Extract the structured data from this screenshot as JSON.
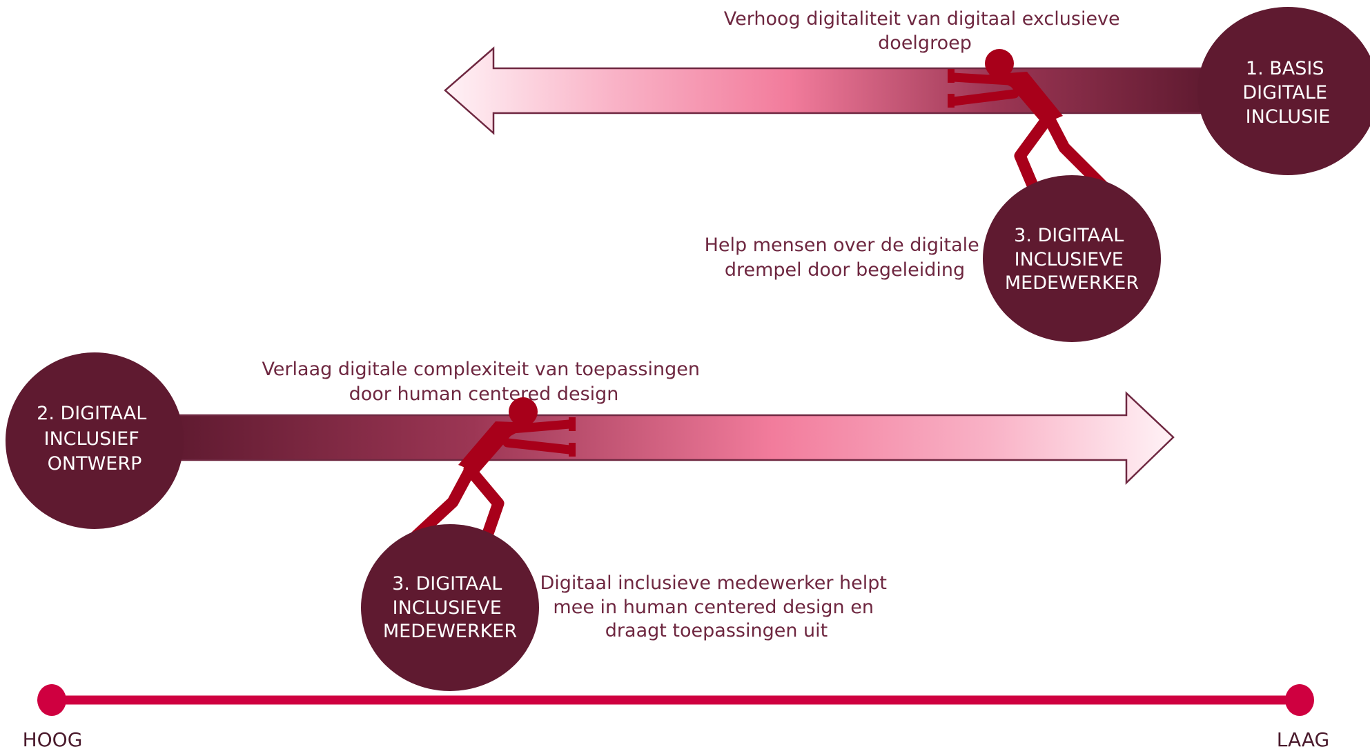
{
  "colors": {
    "dark": "#5f1a30",
    "figure": "#a8001a",
    "axis": "#cf0040",
    "caption": "#6e2740",
    "gradient_light": "#fde4ec",
    "gradient_mid": "#f48aa6"
  },
  "top_arrow": {
    "caption_line1": "Verhoog digitaliteit van digitaal exclusieve",
    "caption_line2": "doelgroep",
    "circle_label": [
      "1. BASIS",
      "DIGITALE",
      "INCLUSIE"
    ],
    "figure_icon": "pushing-person-icon"
  },
  "top_helper": {
    "circle_label": [
      "3. DIGITAAL",
      "INCLUSIEVE",
      "MEDEWERKER"
    ],
    "caption_line1": "Help mensen over de digitale",
    "caption_line2": "drempel door begeleiding"
  },
  "bottom_arrow": {
    "caption_line1": "Verlaag digitale complexiteit van toepassingen",
    "caption_line2": "door human  centered design",
    "circle_label": [
      "2. DIGITAAL",
      "INCLUSIEF",
      "ONTWERP"
    ],
    "figure_icon": "pushing-person-icon"
  },
  "bottom_helper": {
    "circle_label": [
      "3. DIGITAAL",
      "INCLUSIEVE",
      "MEDEWERKER"
    ],
    "caption_line1": "Digitaal inclusieve medewerker helpt",
    "caption_line2": "mee in human  centered design en",
    "caption_line3": "draagt toepassingen uit"
  },
  "scale": {
    "left_label": "HOOG",
    "right_label": "LAAG"
  }
}
